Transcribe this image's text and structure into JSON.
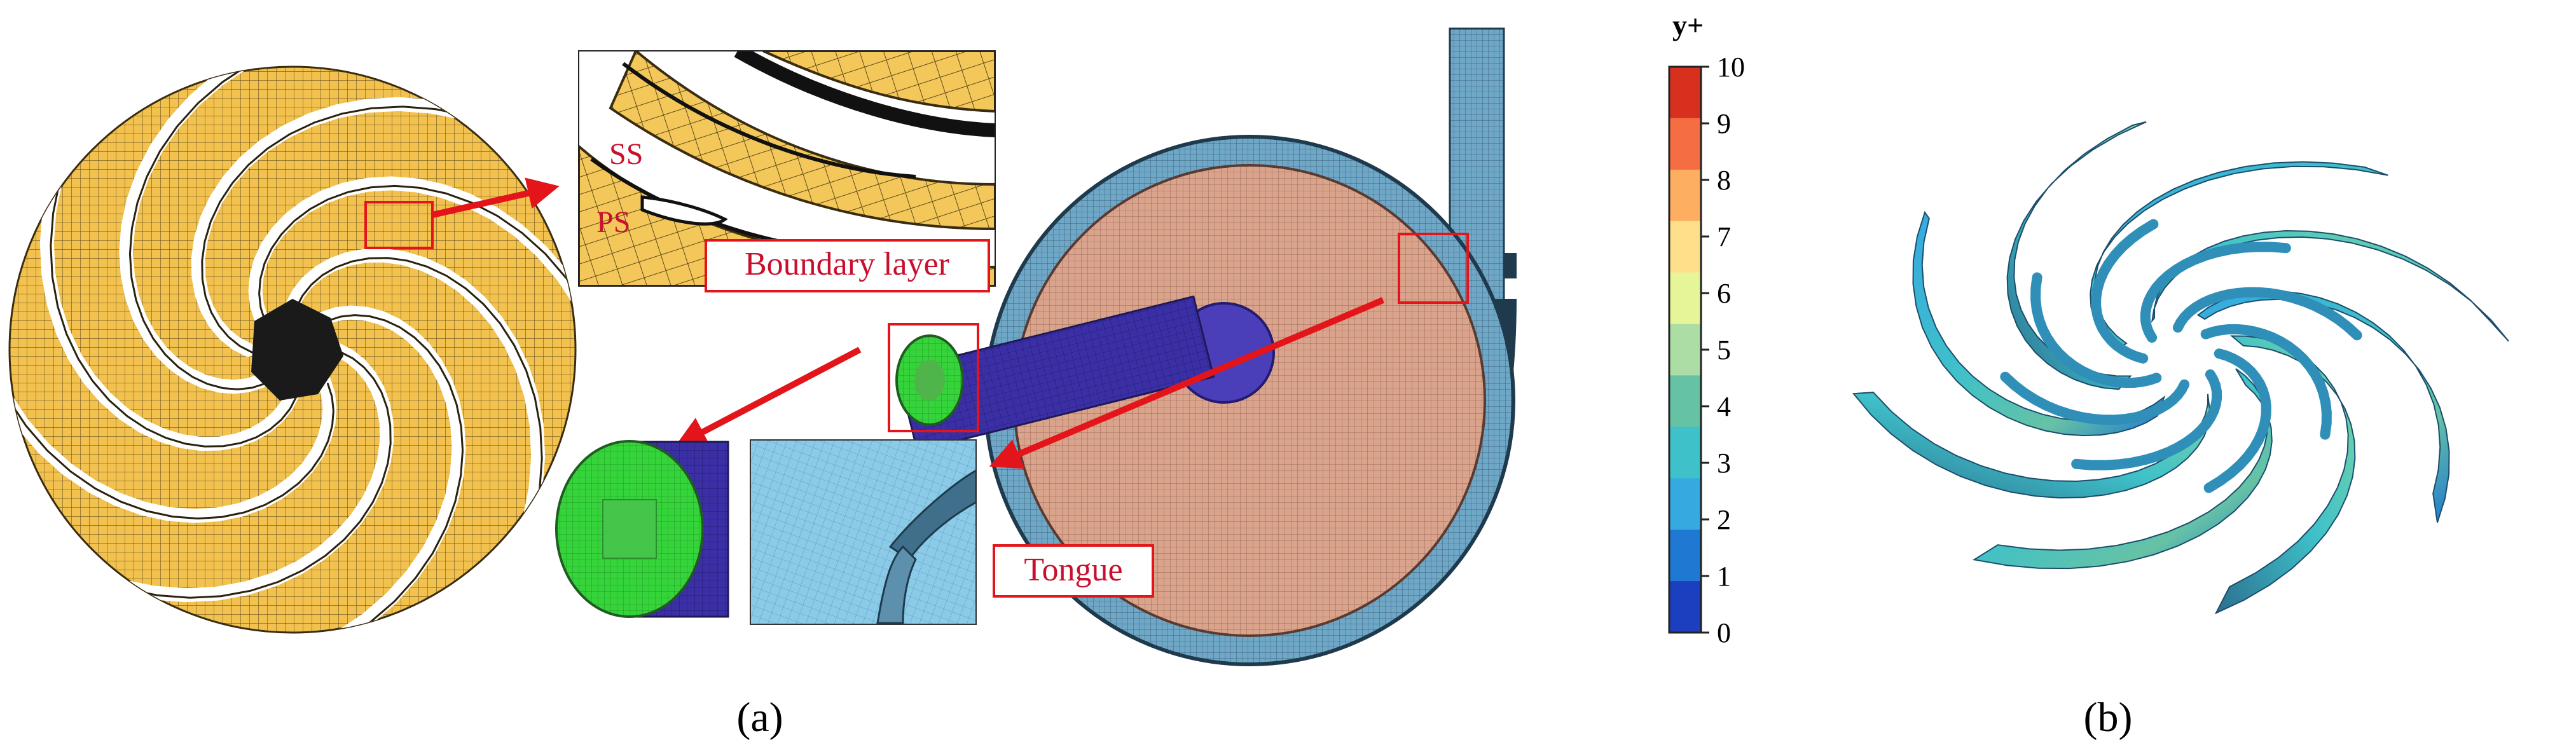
{
  "panel_a": {
    "caption": "(a)",
    "labels": {
      "ss": "SS",
      "ps": "PS",
      "boundary_layer": "Boundary layer",
      "tongue": "Tongue"
    }
  },
  "panel_b": {
    "caption": "(b)",
    "colorbar": {
      "title": "y+",
      "ticks": [
        "10",
        "9",
        "8",
        "7",
        "6",
        "5",
        "4",
        "3",
        "2",
        "1",
        "0"
      ],
      "colors": [
        "#d7301f",
        "#f46d43",
        "#fdae61",
        "#fee08b",
        "#e6f598",
        "#abdda4",
        "#66c2a5",
        "#3fc1c9",
        "#36a9e1",
        "#1f78d1",
        "#1b3fbf"
      ]
    }
  },
  "palette": {
    "mesh_gold": "#f2c14e",
    "mesh_line": "#5b4a1a",
    "volute_pink": "#d9a38c",
    "volute_blue": "#6fa7c7",
    "inlet_purple": "#3b2fa6",
    "inlet_green": "#35d43a",
    "callout_red": "#e3151a"
  }
}
